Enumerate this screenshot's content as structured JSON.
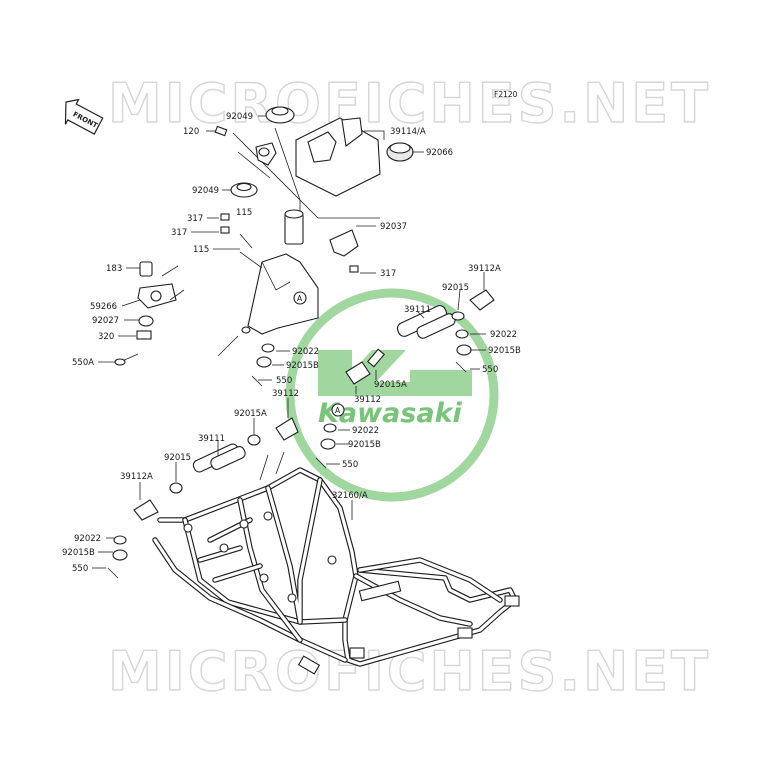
{
  "watermark": "MICROFICHES.NET",
  "logo": {
    "text": "Kawasaki",
    "color": "#9fd79f",
    "text_color": "#78c478"
  },
  "diagram_code": "F2120",
  "front_label": "FRONT",
  "callout_letter": "A",
  "parts": {
    "p120": "120",
    "p92049a": "92049",
    "p39114": "39114/A",
    "p92066": "92066",
    "p92049b": "92049",
    "p115a": "115",
    "p317a": "317",
    "p317b": "317",
    "p92037": "92037",
    "p115b": "115",
    "p317c": "317",
    "p183": "183",
    "p59266": "59266",
    "p92027": "92027",
    "p320": "320",
    "p550A": "550A",
    "p39112Ar": "39112A",
    "p92015r": "92015",
    "p39111r": "39111",
    "p92022r": "92022",
    "p92015Br": "92015B",
    "p550r": "550",
    "p92022m": "92022",
    "p92015Bm": "92015B",
    "p550m": "550",
    "p92015Am": "92015A",
    "p39112m": "39112",
    "p92015Al": "92015A",
    "p39112l": "39112",
    "p92022l": "92022",
    "p92015Bl": "92015B",
    "p550l": "550",
    "p39111l": "39111",
    "p92015l": "92015",
    "p39112Al": "39112A",
    "p32160": "32160/A",
    "p92022b": "92022",
    "p92015Bb": "92015B",
    "p550b": "550"
  }
}
